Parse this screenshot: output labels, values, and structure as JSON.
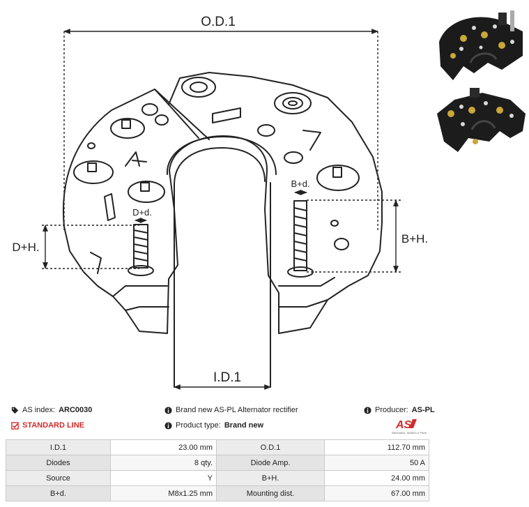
{
  "diagram": {
    "od1": "O.D.1",
    "id1": "I.D.1",
    "dh": "D+H.",
    "dd": "D+d.",
    "bh": "B+H.",
    "bd": "B+d."
  },
  "info": {
    "index_label": "AS index:",
    "index_value": "ARC0030",
    "standard_line": "STANDARD LINE",
    "description": "Brand new AS-PL Alternator rectifier",
    "product_type_label": "Product type:",
    "product_type_value": "Brand new",
    "producer_label": "Producer:",
    "producer_value": "AS-PL",
    "logo_text": "AS",
    "logo_tagline": "Alternators, Starters & Parts"
  },
  "specs": [
    {
      "l1": "I.D.1",
      "v1": "23.00 mm",
      "l2": "O.D.1",
      "v2": "112.70 mm"
    },
    {
      "l1": "Diodes",
      "v1": "8 qty.",
      "l2": "Diode Amp.",
      "v2": "50 A"
    },
    {
      "l1": "Source",
      "v1": "Y",
      "l2": "B+H.",
      "v2": "24.00 mm"
    },
    {
      "l1": "B+d.",
      "v1": "M8x1.25 mm",
      "l2": "Mounting dist.",
      "v2": "67.00 mm"
    }
  ],
  "colors": {
    "accent": "#d42a2a",
    "line": "#222222"
  }
}
